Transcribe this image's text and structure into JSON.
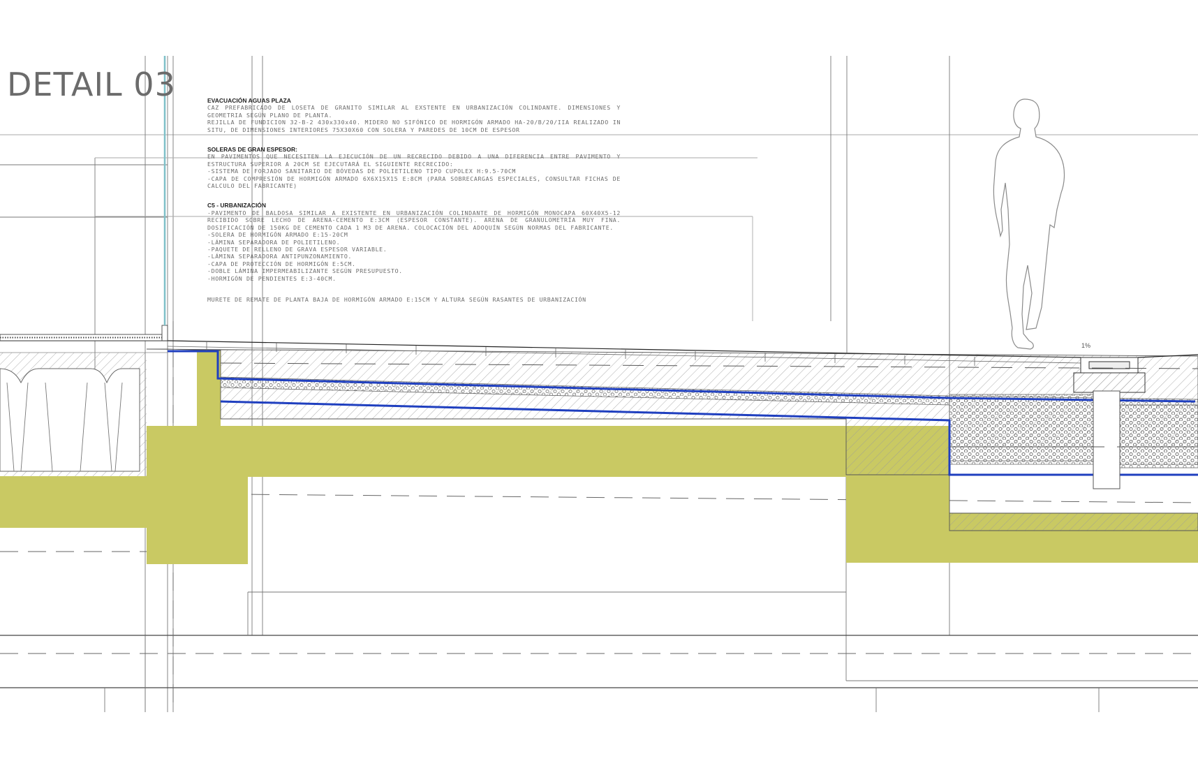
{
  "title": "DETAIL 03",
  "sections": [
    {
      "heading": "EVACUACIÓN AGUAS PLAZA",
      "body": "CAZ PREFABRICADO DE LOSETA DE GRANITO SIMILAR AL EXSTENTE EN URBANIZACIÓN COLINDANTE. DIMENSIONES Y GEOMETRIA SEGÚN PLANO DE PLANTA.\nREJILLA DE FUNDICION 32-B-2 430x330x40. MIDERO NO SIFÓNICO DE HORMIGÓN ARMADO HA-20/B/20/IIA REALIZADO IN SITU, DE DIMENSIONES INTERIORES 75X30X60 CON SOLERA Y PAREDES DE 10CM DE ESPESOR"
    },
    {
      "heading": "SOLERAS DE GRAN ESPESOR:",
      "body": "EN PAVIMENTOS QUE NECESITEN LA EJECUCIÓN DE UN RECRECIDO DEBIDO A UNA DIFERENCIA ENTRE PAVIMENTO Y ESTRUCTURA SUPERIOR A 20CM SE EJECUTARÁ EL SIGUIENTE RECRECIDO:\n-SISTEMA DE FORJADO SANITARIO DE BÓVEDAS DE POLIETILENO TIPO CUPOLEX H:9.5-70CM\n-CAPA DE COMPRESIÓN DE HORMIGÓN ARMADO 6X6X15X15 E:8CM (PARA SOBRECARGAS ESPECIALES, CONSULTAR FICHAS DE CALCULO DEL FABRICANTE)"
    },
    {
      "heading": "C5 - URBANIZACIÓN",
      "body": "-PAVIMENTO DE BALDOSA SIMILAR A EXISTENTE EN URBANIZACIÓN COLINDANTE DE HORMIGÓN MONOCAPA 60X40X5-12 RECIBIDO SOBRE LECHO DE ARENA-CEMENTO E:3CM (ESPESOR CONSTANTE). ARENA DE GRANULOMETRÍA MUY FINA. DOSIFICACIÓN DE 150KG DE CEMENTO CADA 1 M3 DE ARENA. COLOCACIÓN DEL ADOQUÍN SEGÚN NORMAS DEL FABRICANTE.\n-SOLERA DE HORMIGÓN ARMADO E:15-20CM\n-LÁMINA SEPARADORA DE POLIETILENO.\n-PAQUETE DE RELLENO DE GRAVA ESPESOR VARIABLE.\n-LÁMINA SEPARADORA ANTIPUNZONAMIENTO.\n-CAPA DE PROTECCIÓN DE HORMIGÓN E:5CM.\n-DOBLE LÁMINA IMPERMEABILIZANTE SEGÚN PRESUPUESTO.\n-HORMIGÓN DE PENDIENTES E:3-40CM."
    },
    {
      "heading": "",
      "body": "MURETE DE REMATE DE PLANTA BAJA DE HORMIGÓN ARMADO E:15CM Y ALTURA SEGÚN RASANTES DE URBANIZACIÓN"
    }
  ],
  "slope_label": "1%",
  "colors": {
    "structure": "#c9c963",
    "membrane": "#1f3fbf",
    "glass": "#7fc0c8",
    "lines": "#555555",
    "title": "#6b6b6b"
  },
  "icons": [
    "person-silhouette-icon"
  ]
}
